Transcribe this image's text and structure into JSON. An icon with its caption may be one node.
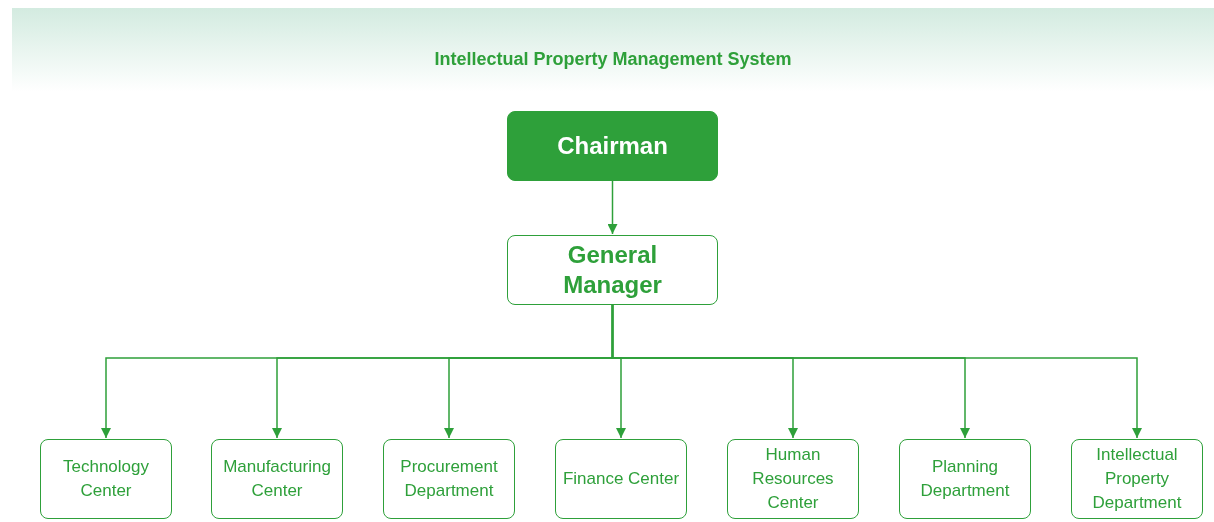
{
  "diagram": {
    "title": "Intellectual Property Management System",
    "nodes": [
      {
        "text": [
          "Chairman"
        ]
      },
      {
        "text": [
          "General Manager"
        ]
      },
      {
        "text": [
          "Technology Center"
        ]
      },
      {
        "text": [
          "Manufacturing Center"
        ]
      },
      {
        "text": [
          "Procurement Department"
        ]
      },
      {
        "text": [
          "Finance Center"
        ]
      },
      {
        "text": [
          "Human Resources Center"
        ]
      },
      {
        "text": [
          "Planning Department"
        ]
      },
      {
        "text": [
          "Intellectual Property Department"
        ]
      }
    ],
    "edges": [
      {
        "from": 0,
        "to": 1,
        "arrow": "to"
      },
      {
        "from": 1,
        "to": 2,
        "arrow": "to"
      },
      {
        "from": 1,
        "to": 3,
        "arrow": "to"
      },
      {
        "from": 1,
        "to": 4,
        "arrow": "to"
      },
      {
        "from": 1,
        "to": 5,
        "arrow": "to"
      },
      {
        "from": 1,
        "to": 6,
        "arrow": "to"
      },
      {
        "from": 1,
        "to": 7,
        "arrow": "to"
      },
      {
        "from": 1,
        "to": 8,
        "arrow": "to"
      }
    ]
  }
}
